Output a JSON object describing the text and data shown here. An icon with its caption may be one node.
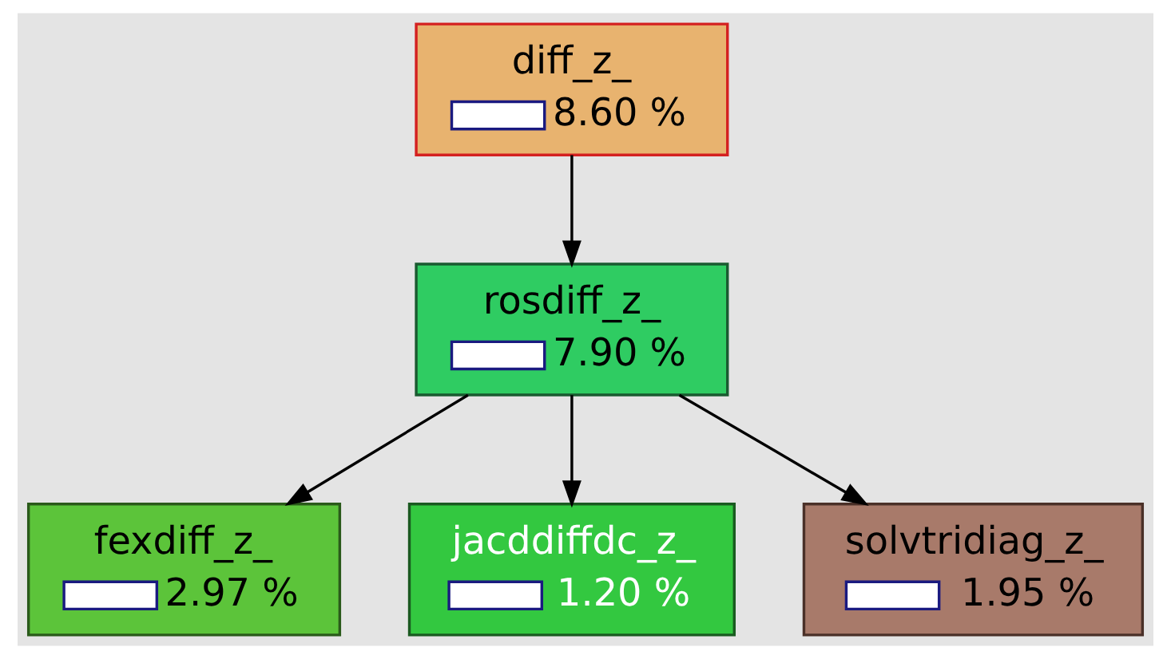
{
  "diagram": {
    "nodes": [
      {
        "text": [
          "diff_z_",
          "8.60 %"
        ]
      },
      {
        "text": [
          "rosdiff_z_",
          "7.90 %"
        ]
      },
      {
        "text": [
          "fexdiff_z_",
          "2.97 %"
        ]
      },
      {
        "text": [
          "jacddiffdc_z_",
          "1.20 %"
        ]
      },
      {
        "text": [
          "solvtridiag_z_",
          "1.95 %"
        ]
      }
    ],
    "edges": [
      {
        "from": 0,
        "to": 1,
        "arrow": "to"
      },
      {
        "from": 1,
        "to": 2,
        "arrow": "to"
      },
      {
        "from": 1,
        "to": 3,
        "arrow": "to"
      },
      {
        "from": 1,
        "to": 4,
        "arrow": "to"
      }
    ]
  }
}
